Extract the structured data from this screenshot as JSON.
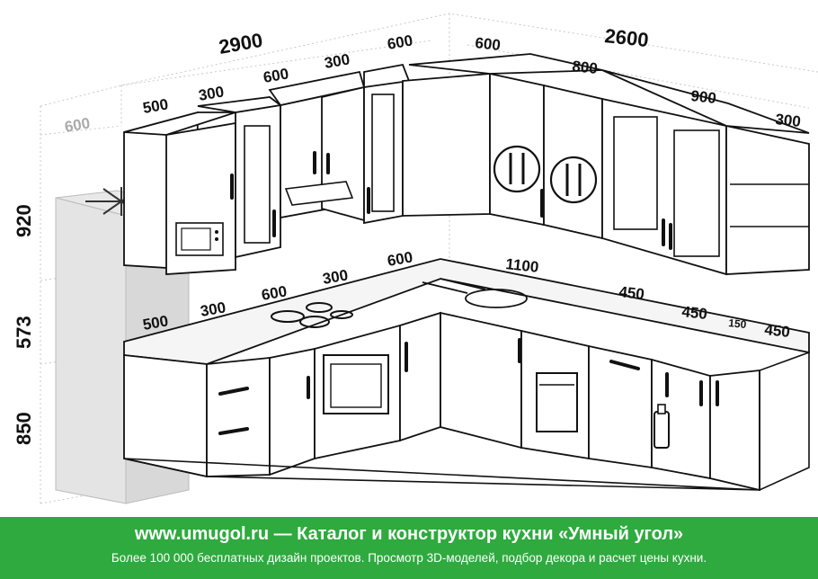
{
  "dimensions": {
    "top_left_total": "2900",
    "top_right_total": "2600",
    "upper_left": [
      "500",
      "300",
      "600",
      "300",
      "600"
    ],
    "upper_right": [
      "600",
      "800",
      "900",
      "300"
    ],
    "upper_grey": "600",
    "counter_left": [
      "500",
      "300",
      "600",
      "300",
      "600"
    ],
    "counter_right": [
      "1100",
      "450",
      "450",
      "150",
      "450"
    ],
    "heights": [
      "920",
      "573",
      "850"
    ]
  },
  "banner": {
    "title": "www.umugol.ru — Каталог и конструктор кухни «Умный угол»",
    "subtitle": "Более 100 000 бесплатных дизайн проектов. Просмотр 3D-моделей, подбор декора и расчет цены кухни."
  },
  "colors": {
    "banner": "#2eaa3e",
    "line": "#111111",
    "guide": "#c8c8c8"
  },
  "icons": [
    "snowflake-icon",
    "microwave-icon",
    "hood-icon",
    "cutlery-icon",
    "cooktop-icon",
    "oven-icon",
    "sink-icon",
    "dishwasher-icon",
    "bottle-icon"
  ]
}
